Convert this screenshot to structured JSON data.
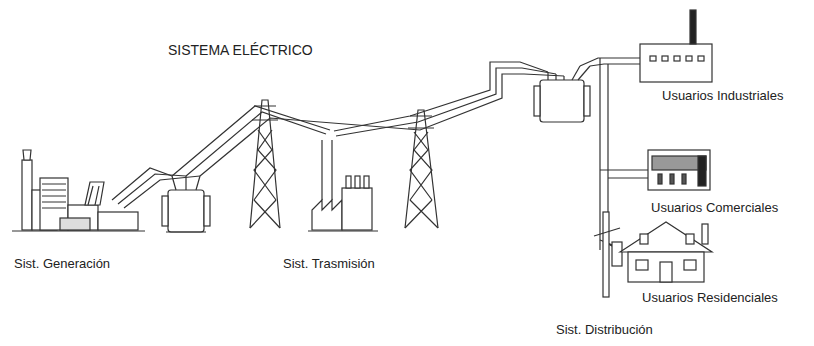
{
  "diagram": {
    "title": "SISTEMA ELÉCTRICO",
    "labels": [
      "Usuarios Industriales",
      "Usuarios Comerciales",
      "Sist. Generación",
      "Sist. Trasmisión",
      "Usuarios Residenciales",
      "Sist. Distribución"
    ]
  }
}
